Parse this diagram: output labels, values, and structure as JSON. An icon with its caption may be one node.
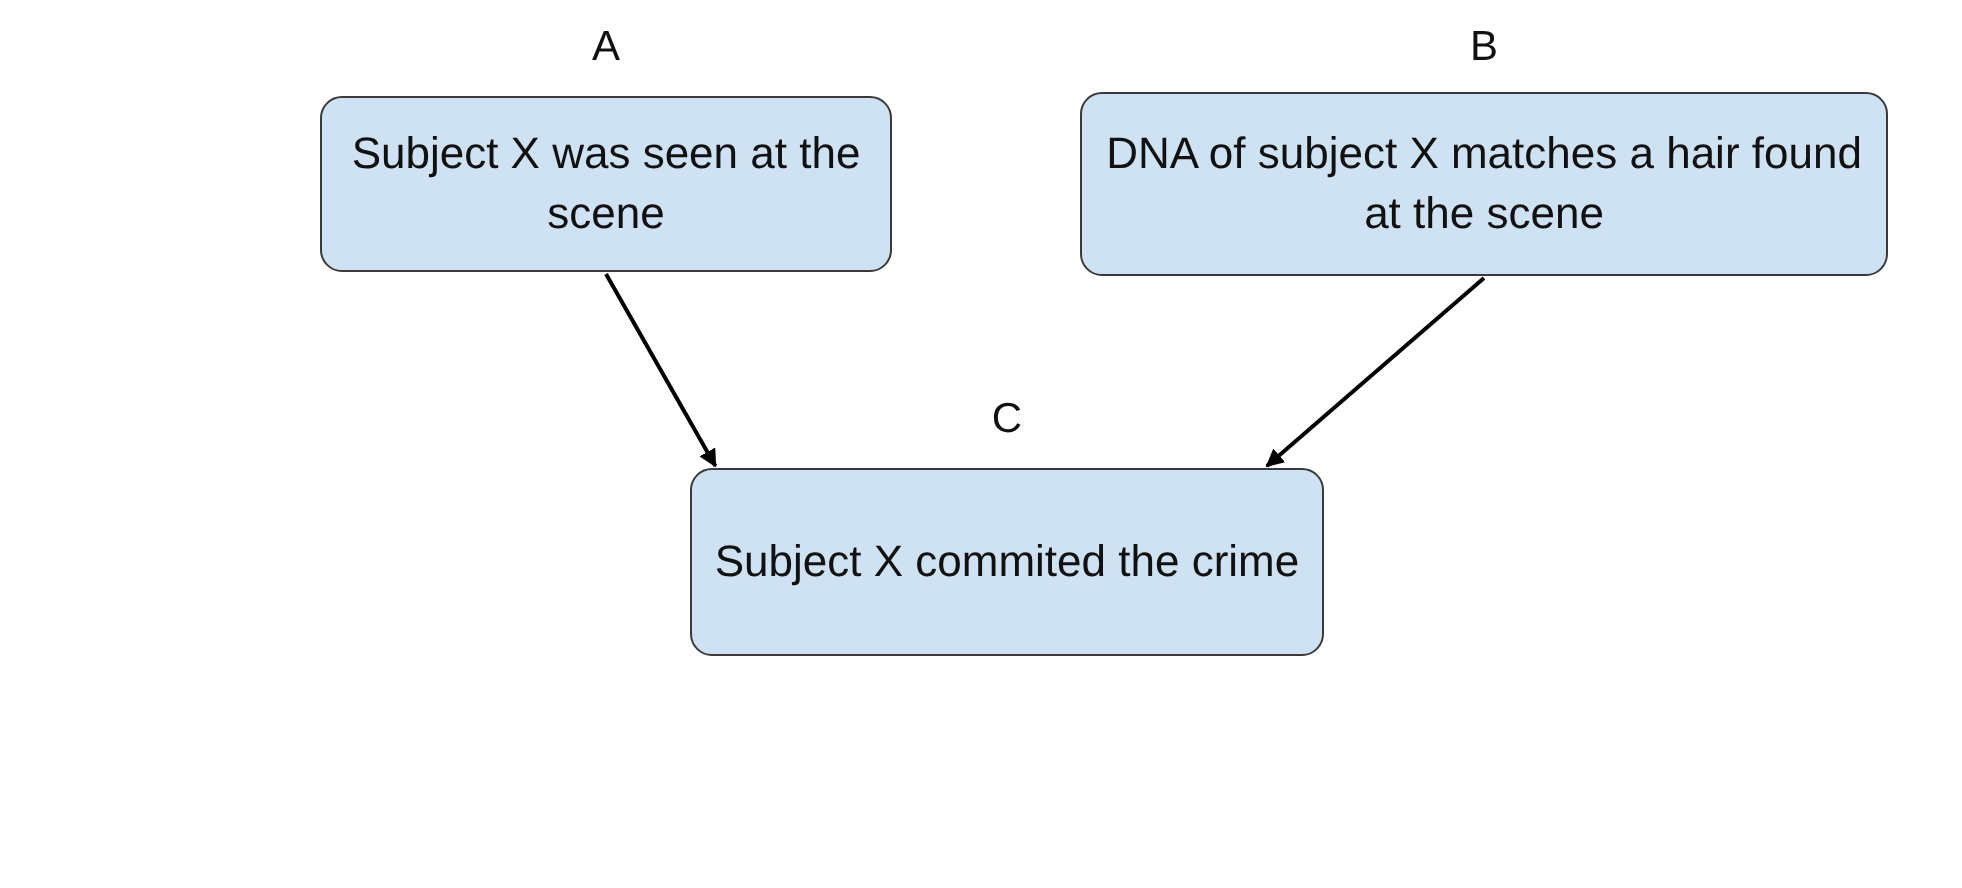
{
  "diagram": {
    "nodes": [
      {
        "text": [
          "A",
          "Subject X was seen at the scene"
        ]
      },
      {
        "text": [
          "B",
          "DNA of subject X matches a hair found at the scene"
        ]
      },
      {
        "text": [
          "C",
          "Subject X commited the crime"
        ]
      }
    ],
    "edges": [
      {
        "from": 0,
        "to": 2,
        "arrow": "to"
      },
      {
        "from": 1,
        "to": 2,
        "arrow": "to"
      }
    ]
  }
}
